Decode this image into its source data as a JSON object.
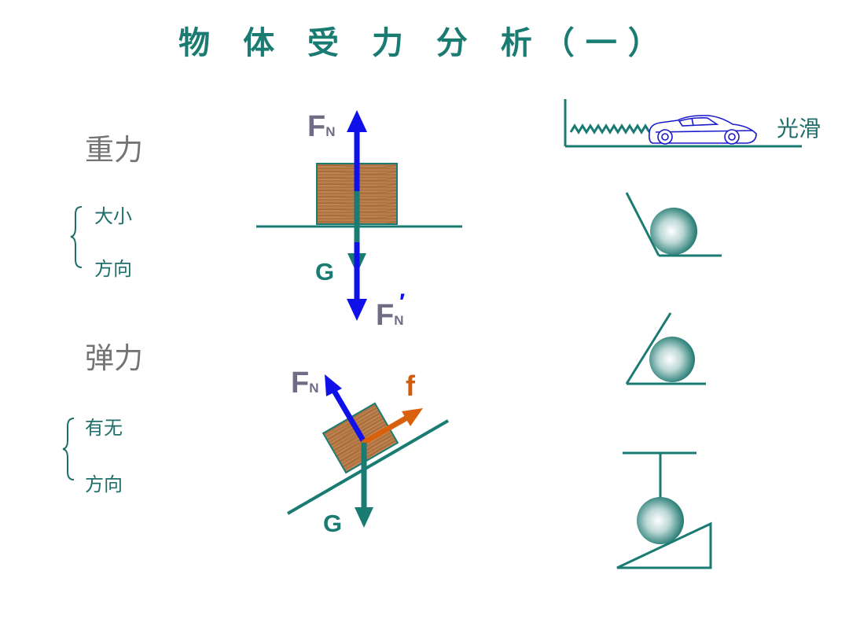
{
  "title": "物 体 受 力 分 析（一）",
  "left_panel": {
    "gravity": {
      "heading": "重力",
      "items": [
        "大小",
        "方向"
      ]
    },
    "elastic": {
      "heading": "弹力",
      "items": [
        "有无",
        "方向"
      ]
    }
  },
  "diagram_top": {
    "normal_force": {
      "main": "F",
      "sub": "N"
    },
    "gravity": "G",
    "reaction_force": {
      "main": "F",
      "sub": "N",
      "prime": "′"
    }
  },
  "diagram_incline": {
    "normal_force": {
      "main": "F",
      "sub": "N"
    },
    "friction": "f",
    "gravity": "G"
  },
  "right_panel": {
    "smooth_label": "光滑"
  },
  "colors": {
    "teal": "#1a7b73",
    "blue_arrow": "#1010e8",
    "orange_arrow": "#d9600d",
    "label_gray": "#6f6d86",
    "wood": "#b77a4a"
  }
}
